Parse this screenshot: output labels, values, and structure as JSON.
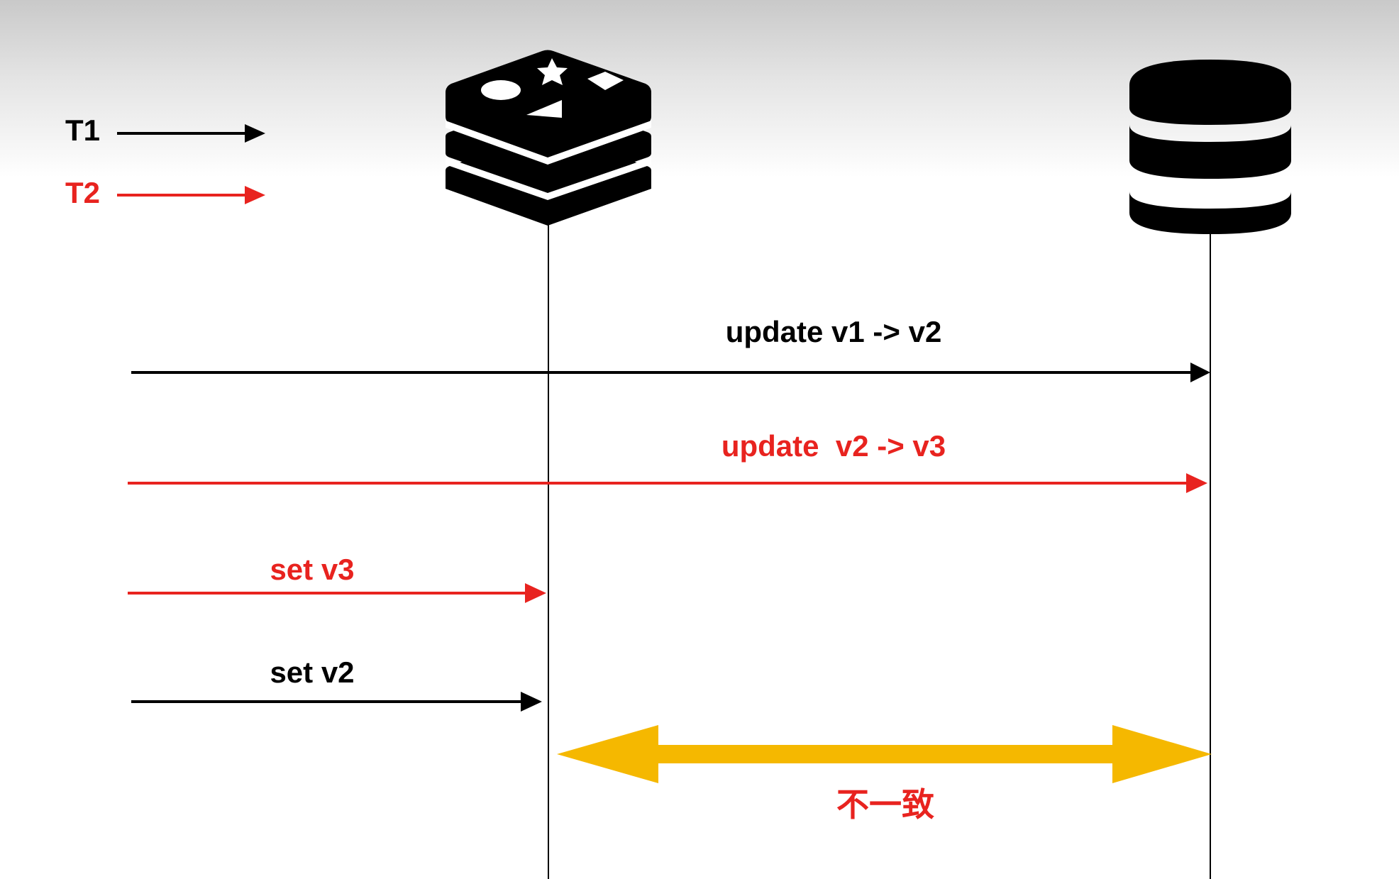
{
  "legend": {
    "t1": {
      "label": "T1",
      "color": "#000000"
    },
    "t2": {
      "label": "T2",
      "color": "#e8231f"
    }
  },
  "icons": {
    "cache": "redis-logo-icon",
    "database": "database-icon"
  },
  "messages": [
    {
      "id": "m1",
      "label": "update v1 -> v2",
      "thread": "T1",
      "from": "client",
      "to": "database",
      "color": "#000000"
    },
    {
      "id": "m2",
      "label": "update  v2 -> v3",
      "thread": "T2",
      "from": "client",
      "to": "database",
      "color": "#e8231f"
    },
    {
      "id": "m3",
      "label": "set v3",
      "thread": "T2",
      "from": "client",
      "to": "cache",
      "color": "#e8231f"
    },
    {
      "id": "m4",
      "label": "set v2",
      "thread": "T1",
      "from": "client",
      "to": "cache",
      "color": "#000000"
    }
  ],
  "inconsistency": {
    "label": "不一致",
    "arrow_color": "#f5b800",
    "label_color": "#e8231f"
  }
}
